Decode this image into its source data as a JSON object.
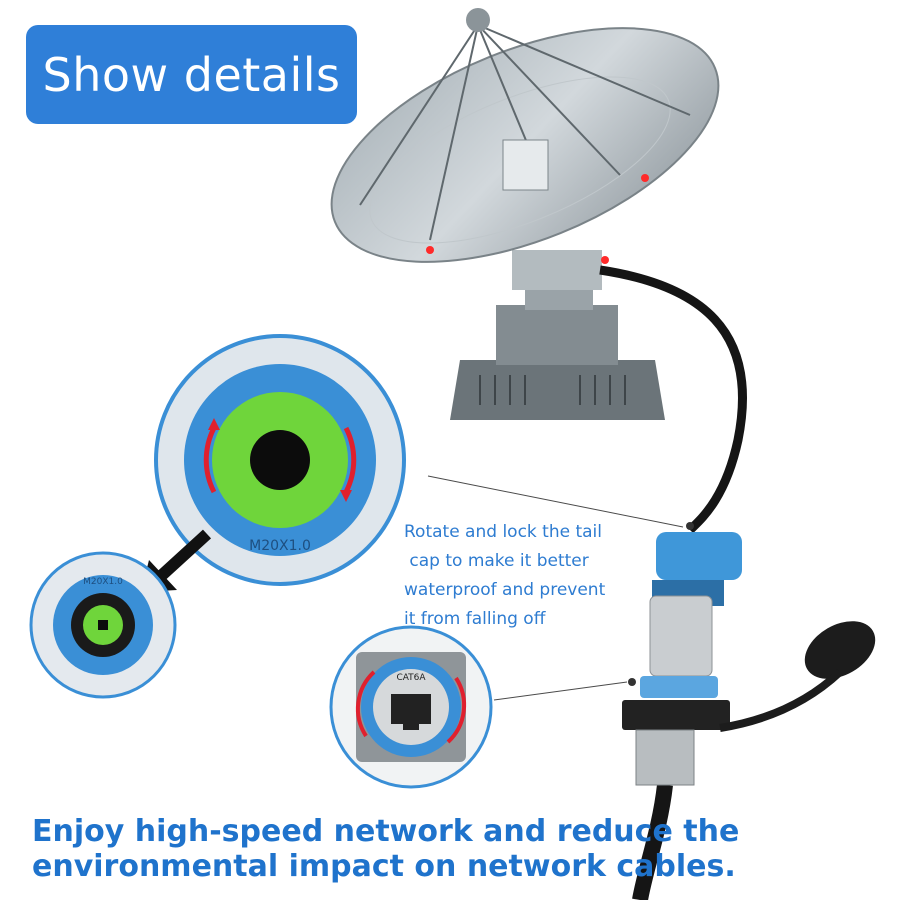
{
  "button": {
    "label": "Show details"
  },
  "caption": {
    "lines": [
      "Rotate and lock the tail",
      " cap to make it better",
      "waterproof and prevent",
      "it from falling off"
    ]
  },
  "headline": {
    "lines": [
      "Enjoy high-speed network and reduce the",
      "environmental impact on network cables."
    ]
  },
  "cap_markings": {
    "large": "M20X1.0",
    "small": "M20X1.0",
    "jack": "CAT6A"
  },
  "icons": [
    "satellite-dish-icon",
    "rotate-arrow-icon",
    "pointer-arrow-icon",
    "rj45-port-icon"
  ],
  "colors": {
    "button": "#2f7fd8",
    "text_blue": "#1f73cc",
    "cap_blue": "#3a8fd6",
    "seal_green": "#6fd53b",
    "rotate_red": "#e0202e"
  }
}
